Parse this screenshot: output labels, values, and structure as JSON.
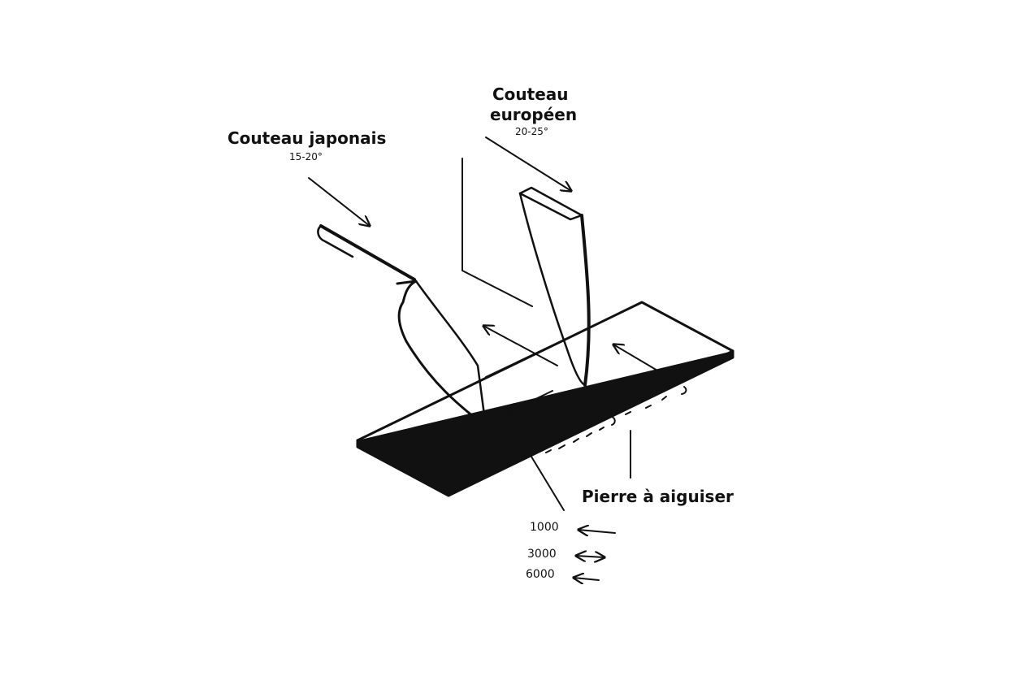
{
  "diagram": {
    "type": "illustration",
    "subject": "knife sharpening angles on a whetstone",
    "labels": {
      "japanese_knife": {
        "title": "Couteau japonais",
        "angle": "15-20°"
      },
      "european_knife": {
        "title_line1": "Couteau",
        "title_line2": "européen",
        "angle": "20-25°"
      },
      "stone": {
        "title": "Pierre à aiguiser"
      }
    },
    "grits": [
      {
        "value": "1000",
        "arrow": "left"
      },
      {
        "value": "3000",
        "arrow": "both"
      },
      {
        "value": "6000",
        "arrow": "left"
      }
    ],
    "colors": {
      "line": "#111111",
      "background": "#ffffff"
    }
  }
}
